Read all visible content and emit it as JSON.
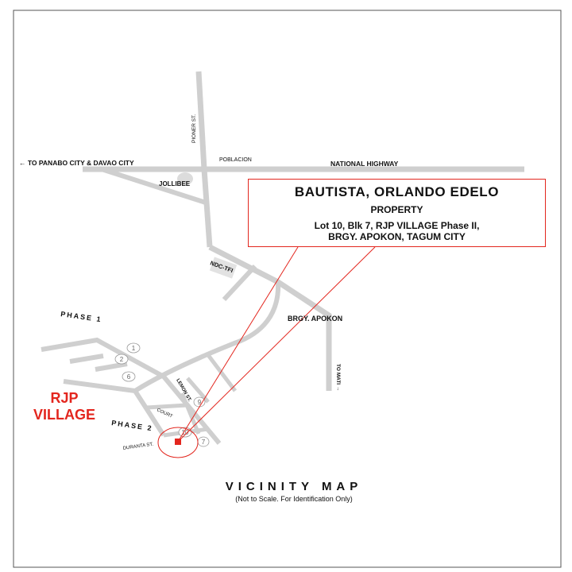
{
  "labels": {
    "to_panabo": "← TO PANABO CITY & DAVAO CITY",
    "poblacion": "POBLACION",
    "national_highway": "NATIONAL HIGHWAY",
    "pioneer_st": "PIONER ST.",
    "jollibee": "JOLLIBEE",
    "ndc_tfi": "NDC-TFI",
    "brgy_apokon": "BRGY. APOKON",
    "to_maco": "TO MATI →",
    "phase1": "PHASE 1",
    "phase2": "PHASE 2",
    "court": "COURT",
    "lemon_st": "LEMON ST.",
    "duranta_st": "DURANTA ST."
  },
  "lot_numbers": [
    "1",
    "2",
    "6",
    "9",
    "10",
    "7"
  ],
  "callout": {
    "owner": "BAUTISTA, ORLANDO EDELO",
    "property": "PROPERTY",
    "address_line1": "Lot 10, Blk 7, RJP VILLAGE Phase II,",
    "address_line2": "BRGY. APOKON, TAGUM CITY"
  },
  "village": {
    "line1": "RJP",
    "line2": "VILLAGE"
  },
  "title": "VICINITY MAP",
  "note": "(Not to Scale. For Identification Only)",
  "colors": {
    "accent": "#e3261e",
    "road": "#cfcfcf",
    "frame": "#555555"
  }
}
